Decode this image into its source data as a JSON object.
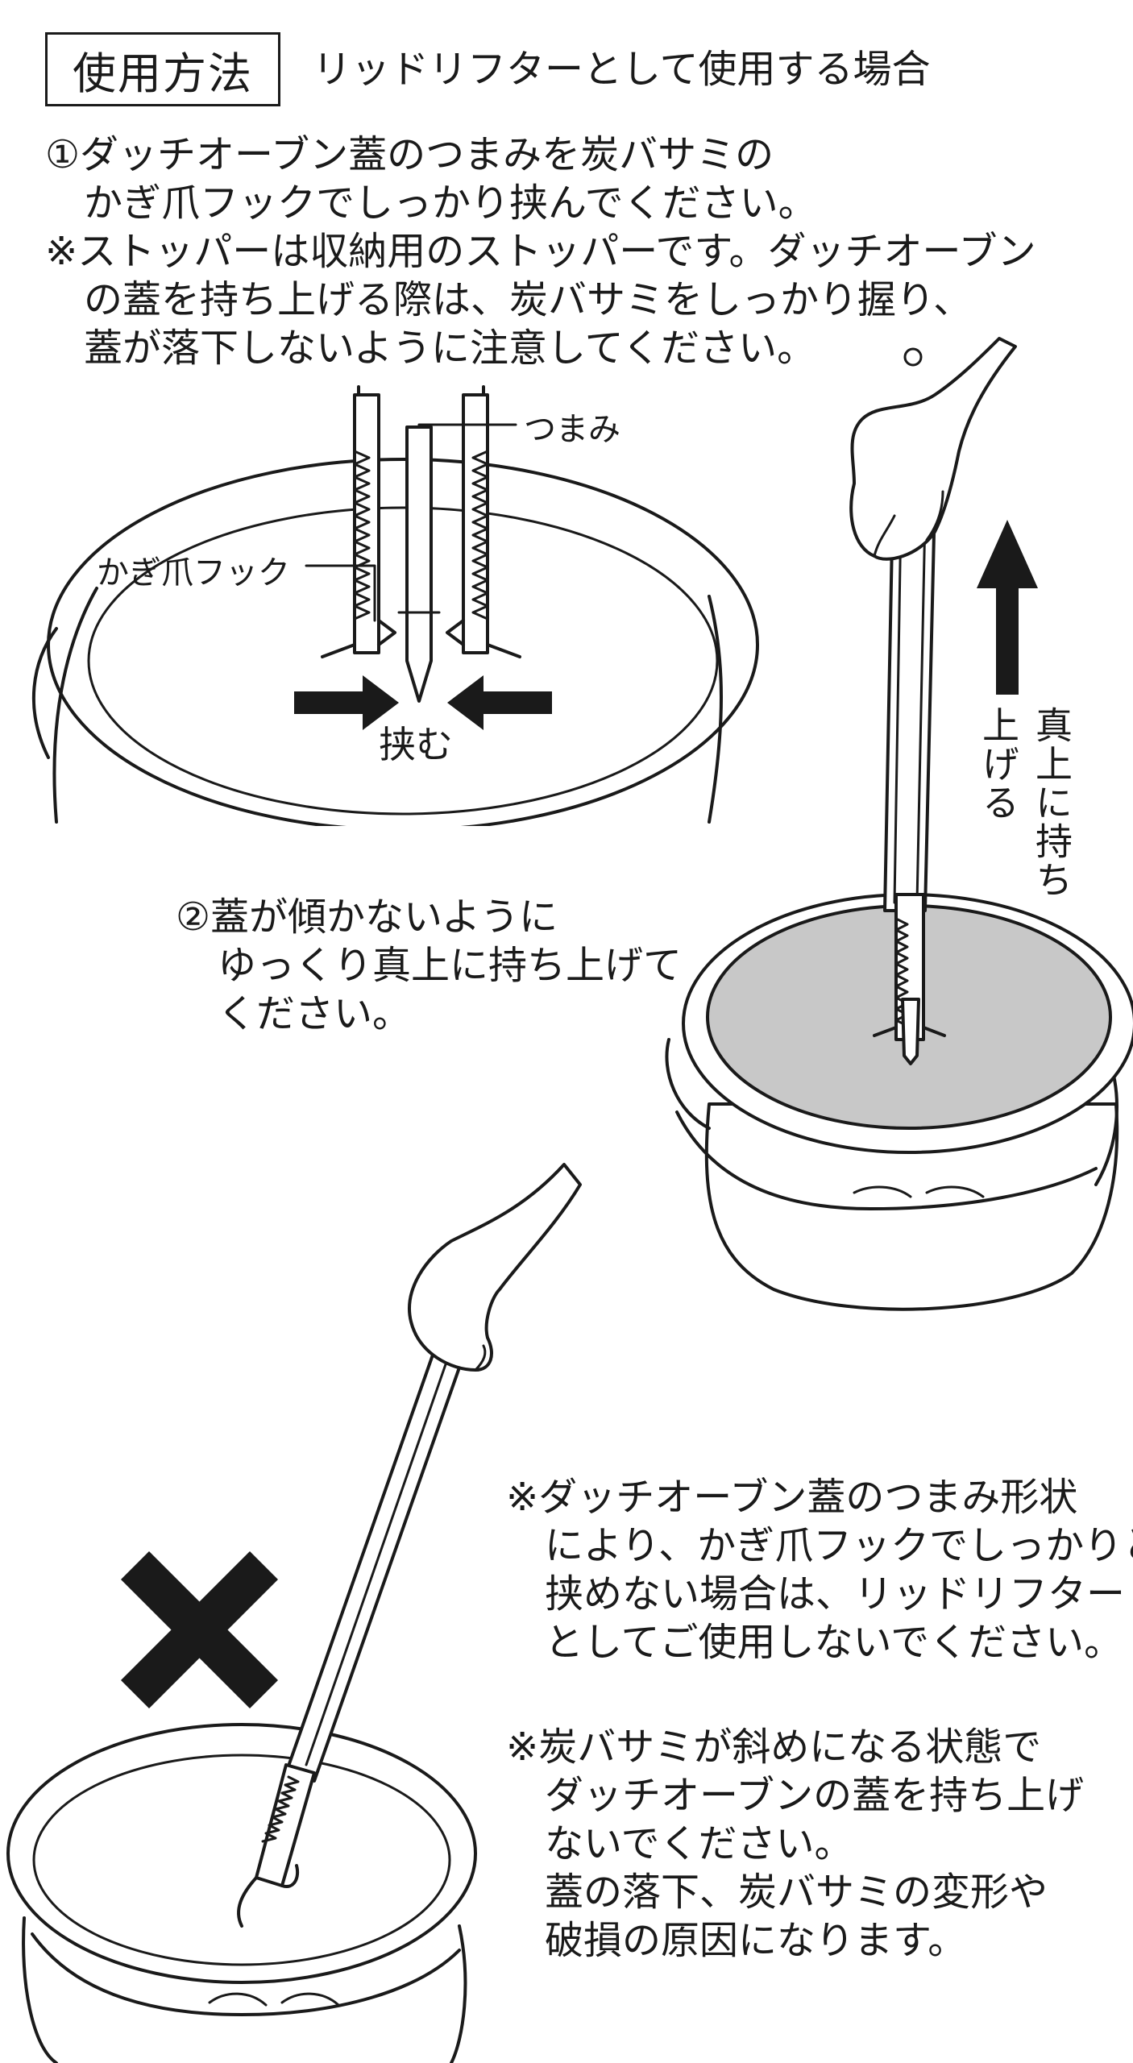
{
  "header": {
    "title": "使用方法",
    "subtitle": "リッドリフターとして使用する場合"
  },
  "step1": {
    "line1": "①ダッチオーブン蓋のつまみを炭バサミの",
    "line2": "かぎ爪フックでしっかり挟んでください。"
  },
  "note_stopper": {
    "line1": "※ストッパーは収納用のストッパーです。ダッチオーブン",
    "line2": "の蓋を持ち上げる際は、炭バサミをしっかり握り、",
    "line3": "蓋が落下しないように注意してください。"
  },
  "figure1": {
    "label_knob": "つまみ",
    "label_hook": "かぎ爪フック",
    "label_pinch": "挟む"
  },
  "figure2": {
    "label_lift": "真上に持ち上げる"
  },
  "step2": {
    "line1": "②蓋が傾かないように",
    "line2": "ゆっくり真上に持ち上げて",
    "line3": "ください。"
  },
  "warning1": {
    "line1": "※ダッチオーブン蓋のつまみ形状",
    "line2": "により、かぎ爪フックでしっかりと",
    "line3": "挟めない場合は、リッドリフター",
    "line4": "としてご使用しないでください。"
  },
  "warning2": {
    "line1": "※炭バサミが斜めになる状態で",
    "line2": "ダッチオーブンの蓋を持ち上げ",
    "line3": "ないでください。",
    "line4": "蓋の落下、炭バサミの変形や",
    "line5": "破損の原因になります。"
  },
  "icons": {
    "prohibited": "x-mark-icon",
    "arrow_up": "arrow-up-icon",
    "arrow_right": "arrow-right-icon",
    "arrow_left": "arrow-left-icon"
  },
  "colors": {
    "ink": "#1a1a1a",
    "lid_gray": "#c8c8c8"
  }
}
